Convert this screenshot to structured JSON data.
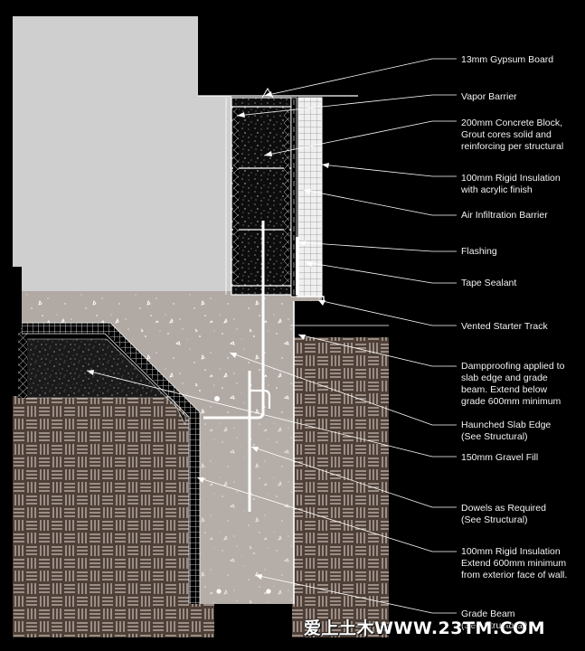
{
  "labels": [
    {
      "key": "gypsum",
      "text": "13mm Gypsum Board"
    },
    {
      "key": "vapor",
      "text": "Vapor Barrier"
    },
    {
      "key": "block",
      "text": "200mm Concrete Block,\nGrout cores solid and\nreinforcing per structural"
    },
    {
      "key": "rigid-insulation-acrylic",
      "text": "100mm Rigid Insulation\nwith acrylic finish"
    },
    {
      "key": "air-barrier",
      "text": "Air Infiltration Barrier"
    },
    {
      "key": "flashing",
      "text": "Flashing"
    },
    {
      "key": "tape-sealant",
      "text": "Tape Sealant"
    },
    {
      "key": "starter-track",
      "text": "Vented Starter Track"
    },
    {
      "key": "dampproofing",
      "text": "Dampproofing applied to\nslab edge and grade\nbeam.  Extend below\ngrade 600mm minimum"
    },
    {
      "key": "haunched-slab",
      "text": "Haunched Slab Edge\n(See Structural)"
    },
    {
      "key": "gravel",
      "text": "150mm Gravel Fill"
    },
    {
      "key": "dowels",
      "text": "Dowels as Required\n(See Structural)"
    },
    {
      "key": "rigid-insulation-below",
      "text": "100mm Rigid Insulation\nExtend 600mm minimum\nfrom exterior face of wall."
    },
    {
      "key": "grade-beam",
      "text": "Grade Beam\n(See Structural)"
    }
  ],
  "watermark": "爱上土木WWW.23TM.COM",
  "colors": {
    "background": "#000000",
    "interior": "#cfcfcf",
    "concrete": "#b1a9a4",
    "soil": "#4e3f37",
    "leader": "#ffffff"
  }
}
